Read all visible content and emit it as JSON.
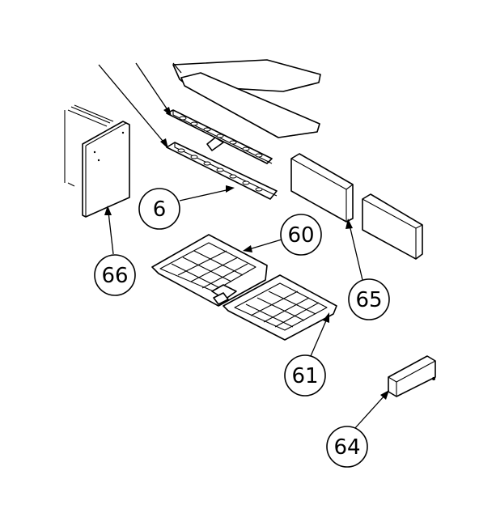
{
  "diagram": {
    "callouts": [
      {
        "id": "6",
        "label": "6"
      },
      {
        "id": "60",
        "label": "60"
      },
      {
        "id": "61",
        "label": "61"
      },
      {
        "id": "64",
        "label": "64"
      },
      {
        "id": "65",
        "label": "65"
      },
      {
        "id": "66",
        "label": "66"
      }
    ],
    "colors": {
      "line": "#000000",
      "background": "#ffffff"
    }
  }
}
